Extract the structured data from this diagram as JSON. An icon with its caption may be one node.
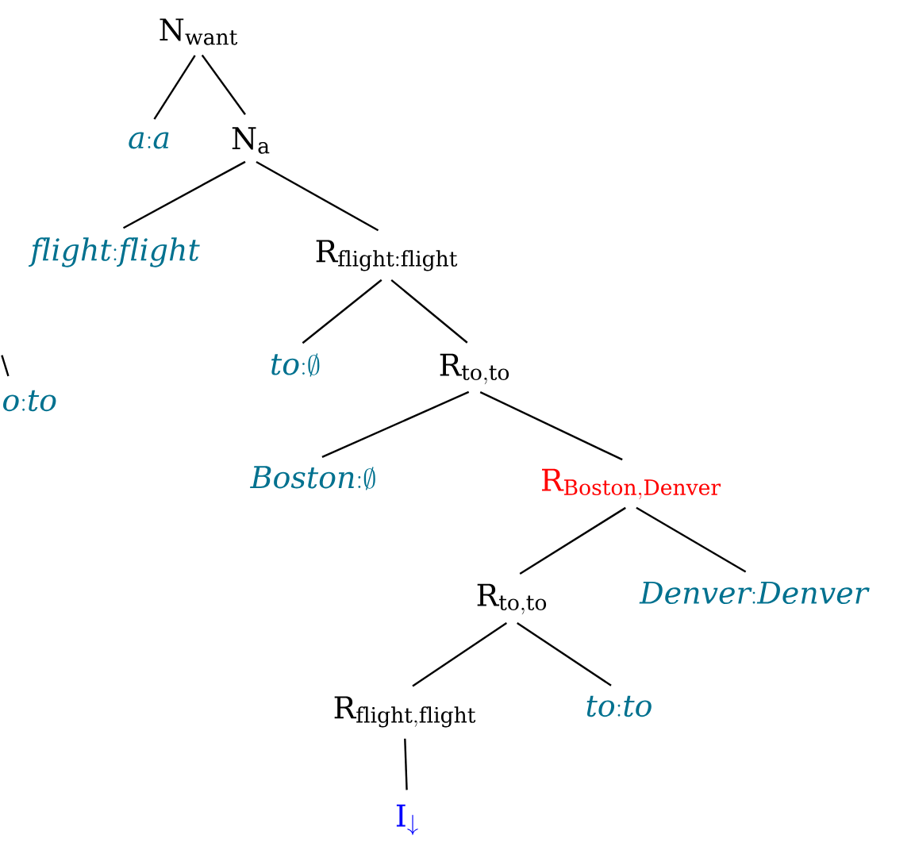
{
  "diagram": {
    "nodes": [
      {
        "text": [
          "\\mathrm{N}_{\\mathrm{want}}"
        ]
      },
      {
        "text": [
          "\\mathit{a{:}a}"
        ]
      },
      {
        "text": [
          "\\mathrm{N}_{\\mathrm{a}}"
        ]
      },
      {
        "text": [
          "\\mathit{flight{:}flight}"
        ]
      },
      {
        "text": [
          "\\mathrm{R}_{\\mathrm{flight:flight}}"
        ]
      },
      {
        "text": [
          "\\mathit{o{:}to}"
        ]
      },
      {
        "text": [
          "\\mathit{to{:}}\\emptyset"
        ]
      },
      {
        "text": [
          "\\mathrm{R}_{\\mathrm{to,to}}"
        ]
      },
      {
        "text": [
          "\\mathit{Boston{:}}\\emptyset"
        ]
      },
      {
        "text": [
          "\\mathrm{R}_{\\mathrm{Boston,Denver}}"
        ]
      },
      {
        "text": [
          "\\mathrm{R}_{\\mathrm{to,to}}"
        ]
      },
      {
        "text": [
          "\\mathit{Denver{:}Denver}"
        ]
      },
      {
        "text": [
          "\\mathrm{R}_{\\mathrm{flight,flight}}"
        ]
      },
      {
        "text": [
          "\\mathit{to{:}to}"
        ]
      },
      {
        "text": [
          "\\mathrm{I}_{\\downarrow}"
        ]
      }
    ],
    "edges": [
      {
        "from": 0,
        "to": 1,
        "arrow": "none"
      },
      {
        "from": 0,
        "to": 2,
        "arrow": "none"
      },
      {
        "from": 2,
        "to": 3,
        "arrow": "none"
      },
      {
        "from": 2,
        "to": 4,
        "arrow": "none"
      },
      {
        "from": null,
        "to": 5,
        "arrow": "none"
      },
      {
        "from": 4,
        "to": 6,
        "arrow": "none"
      },
      {
        "from": 4,
        "to": 7,
        "arrow": "none"
      },
      {
        "from": 7,
        "to": 8,
        "arrow": "none"
      },
      {
        "from": 7,
        "to": 9,
        "arrow": "none"
      },
      {
        "from": 9,
        "to": 10,
        "arrow": "none"
      },
      {
        "from": 9,
        "to": 11,
        "arrow": "none"
      },
      {
        "from": 10,
        "to": 12,
        "arrow": "none"
      },
      {
        "from": 10,
        "to": 13,
        "arrow": "none"
      },
      {
        "from": 12,
        "to": 14,
        "arrow": "none"
      }
    ]
  }
}
